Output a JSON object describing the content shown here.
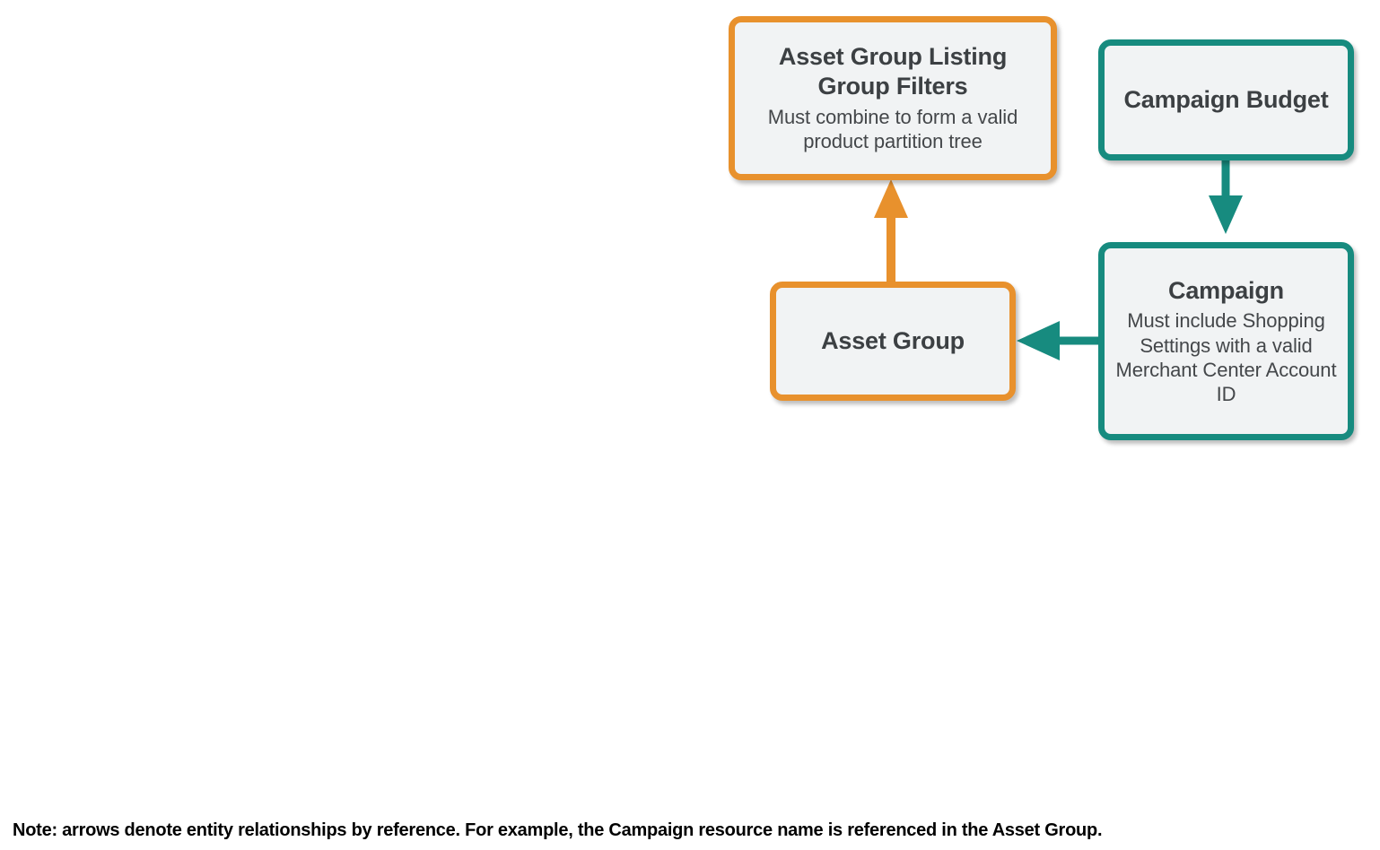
{
  "diagram": {
    "nodes": [
      {
        "id": "asset-group-listing-group-filters",
        "title": "Asset Group Listing Group Filters",
        "description": "Must combine to form a valid product partition tree",
        "accent": "#e8912d",
        "fill": "#f1f3f4"
      },
      {
        "id": "campaign-budget",
        "title": "Campaign Budget",
        "description": "",
        "accent": "#178b7f",
        "fill": "#f1f3f4"
      },
      {
        "id": "campaign",
        "title": "Campaign",
        "description": "Must include Shopping Settings with a valid Merchant Center Account ID",
        "accent": "#178b7f",
        "fill": "#f1f3f4"
      },
      {
        "id": "asset-group",
        "title": "Asset Group",
        "description": "",
        "accent": "#e8912d",
        "fill": "#f1f3f4"
      }
    ],
    "edges": [
      {
        "id": "asset-group-to-listing-group-filters",
        "from": "asset-group",
        "to": "asset-group-listing-group-filters",
        "direction": "up",
        "color": "#e8912d"
      },
      {
        "id": "campaign-budget-to-campaign",
        "from": "campaign-budget",
        "to": "campaign",
        "direction": "down",
        "color": "#178b7f"
      },
      {
        "id": "campaign-to-asset-group",
        "from": "campaign",
        "to": "asset-group",
        "direction": "left",
        "color": "#178b7f"
      }
    ],
    "footer_note": "Note: arrows denote entity relationships by reference. For example, the Campaign resource name is referenced in the Asset Group."
  }
}
